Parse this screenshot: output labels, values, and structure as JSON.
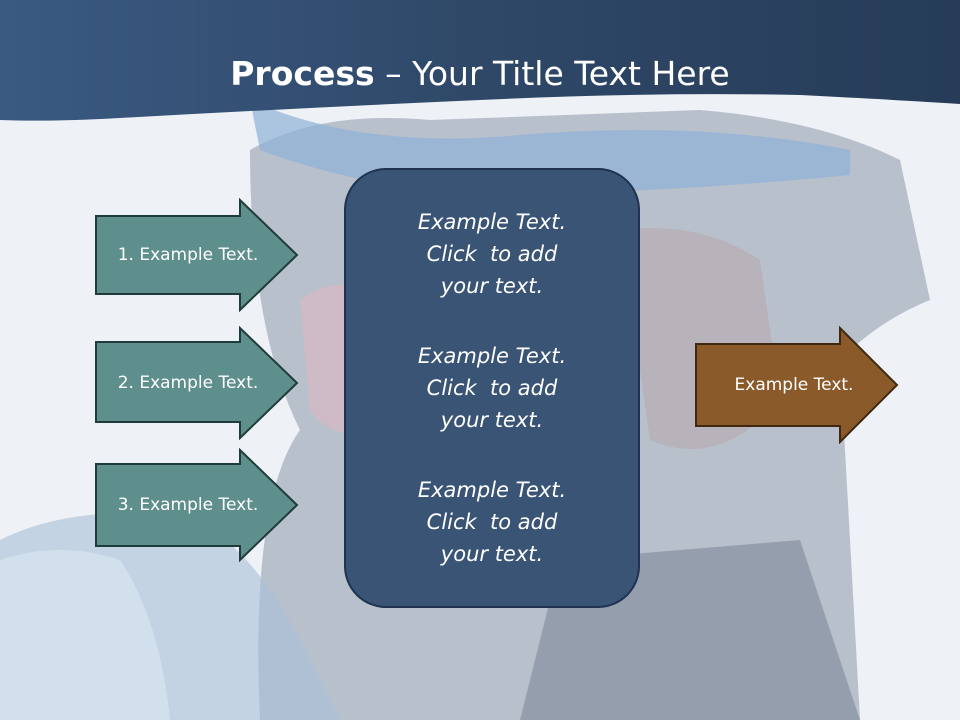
{
  "slide": {
    "title_bold": "Process",
    "title_rest": " – Your Title Text Here"
  },
  "left_arrows": [
    {
      "label": "1. Example Text."
    },
    {
      "label": "2. Example Text."
    },
    {
      "label": "3. Example Text."
    }
  ],
  "center_box": {
    "paragraphs": [
      {
        "lines": [
          "Example Text.",
          "Click  to add",
          "your text."
        ]
      },
      {
        "lines": [
          "Example Text.",
          "Click  to add",
          "your text."
        ]
      },
      {
        "lines": [
          "Example Text.",
          "Click  to add",
          "your text."
        ]
      }
    ]
  },
  "right_arrow": {
    "label": "Example Text."
  },
  "colors": {
    "header": "#364e6e",
    "left_arrow_fill": "#5f8f8c",
    "center_box_fill": "#3a5476",
    "right_arrow_fill": "#8a5a2b"
  }
}
